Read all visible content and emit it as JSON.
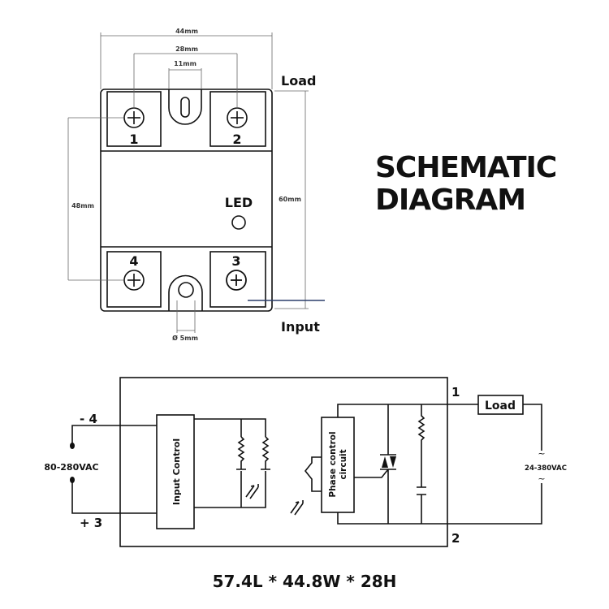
{
  "top_view": {
    "dim_width": "44mm",
    "dim_terminal_spacing": "28mm",
    "dim_slot": "11mm",
    "dim_vertical_spacing": "48mm",
    "dim_height": "60mm",
    "dim_hole": "Ø 5mm",
    "label_load": "Load",
    "label_input": "Input",
    "label_led": "LED",
    "terminals": [
      "1",
      "2",
      "3",
      "4"
    ]
  },
  "title": {
    "line1": "SCHEMATIC",
    "line2": "DIAGRAM"
  },
  "schematic": {
    "input_minus": "- 4",
    "input_plus": "+ 3",
    "input_voltage": "80-280VAC",
    "input_control": "Input Control",
    "phase_control_line1": "Phase control",
    "phase_control_line2": "circuit",
    "load": "Load",
    "output_voltage": "24-380VAC",
    "tilde": "~",
    "terminal_1": "1",
    "terminal_2": "2"
  },
  "dimensions_caption": "57.4L * 44.8W * 28H"
}
